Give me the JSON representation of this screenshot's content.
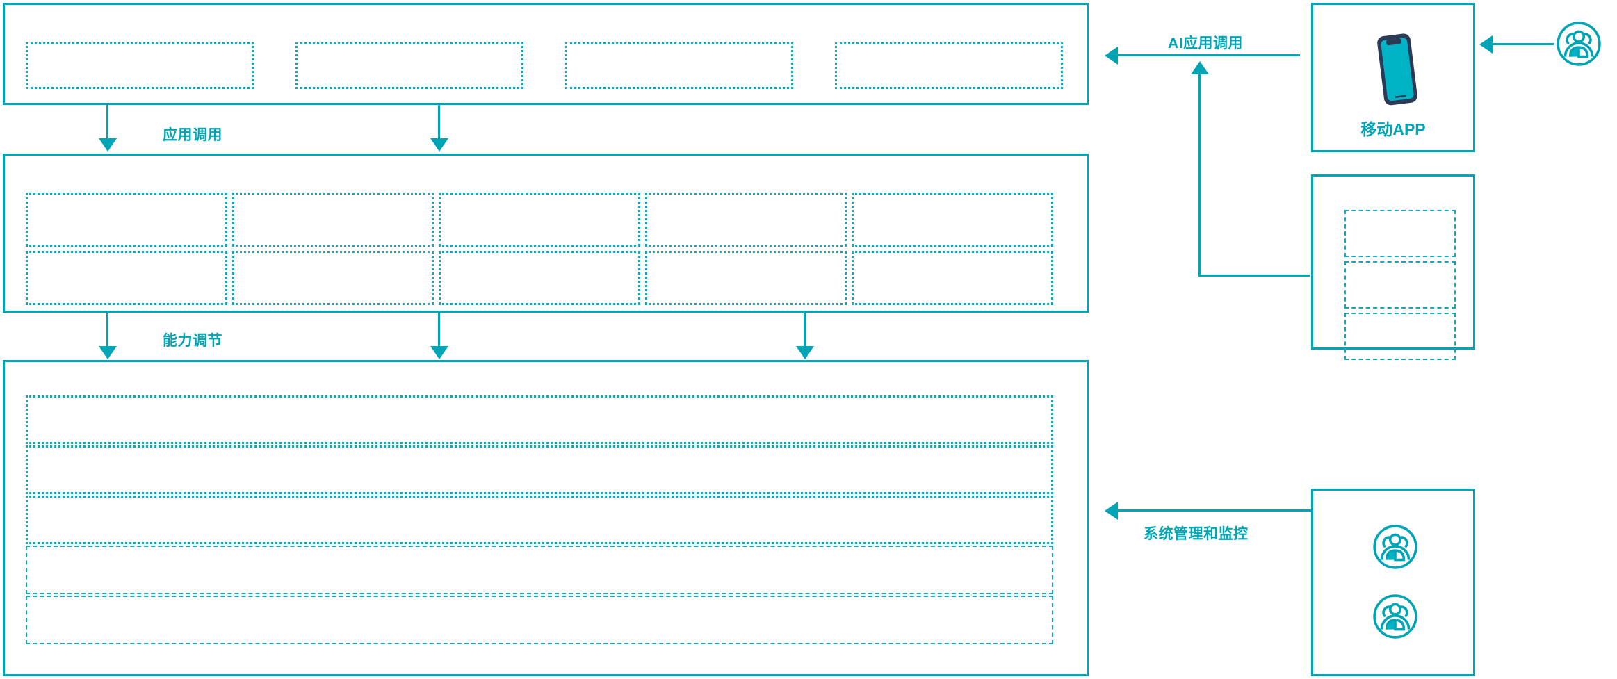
{
  "colors": {
    "accent": "#00a5b5",
    "dash": "#14a5b8",
    "phone_body": "#2b3a55",
    "phone_screen": "#00b4c6",
    "background": "#ffffff"
  },
  "layers": {
    "application_layer": {
      "name": "application-layer-panel",
      "boxes": [
        {
          "label": ""
        },
        {
          "label": ""
        },
        {
          "label": ""
        },
        {
          "label": ""
        }
      ]
    },
    "capability_layer": {
      "name": "capability-layer-panel",
      "rows": [
        [
          {
            "label": ""
          },
          {
            "label": ""
          },
          {
            "label": ""
          },
          {
            "label": ""
          },
          {
            "label": ""
          }
        ],
        [
          {
            "label": ""
          },
          {
            "label": ""
          },
          {
            "label": ""
          },
          {
            "label": ""
          },
          {
            "label": ""
          }
        ]
      ]
    },
    "infrastructure_layer": {
      "name": "infrastructure-layer-panel",
      "rows": [
        {
          "label": ""
        },
        {
          "label": ""
        },
        {
          "label": ""
        },
        {
          "label": ""
        },
        {
          "label": ""
        }
      ]
    }
  },
  "flows": {
    "app_call": "应用调用",
    "capability_tuning": "能力调节",
    "ai_app_call": "AI应用调用",
    "system_mgmt_monitor": "系统管理和监控"
  },
  "right_column": {
    "mobile_app": {
      "label": "移动APP",
      "icon": "smartphone-icon"
    },
    "channel_panel": {
      "name": "channel-panel",
      "boxes": [
        {
          "label": ""
        },
        {
          "label": ""
        },
        {
          "label": ""
        }
      ]
    },
    "ops_panel": {
      "name": "operations-panel",
      "actors": [
        {
          "icon": "user-group-icon",
          "label": ""
        },
        {
          "icon": "user-group-icon",
          "label": ""
        }
      ]
    },
    "external_user": {
      "icon": "user-group-icon",
      "label": ""
    }
  }
}
